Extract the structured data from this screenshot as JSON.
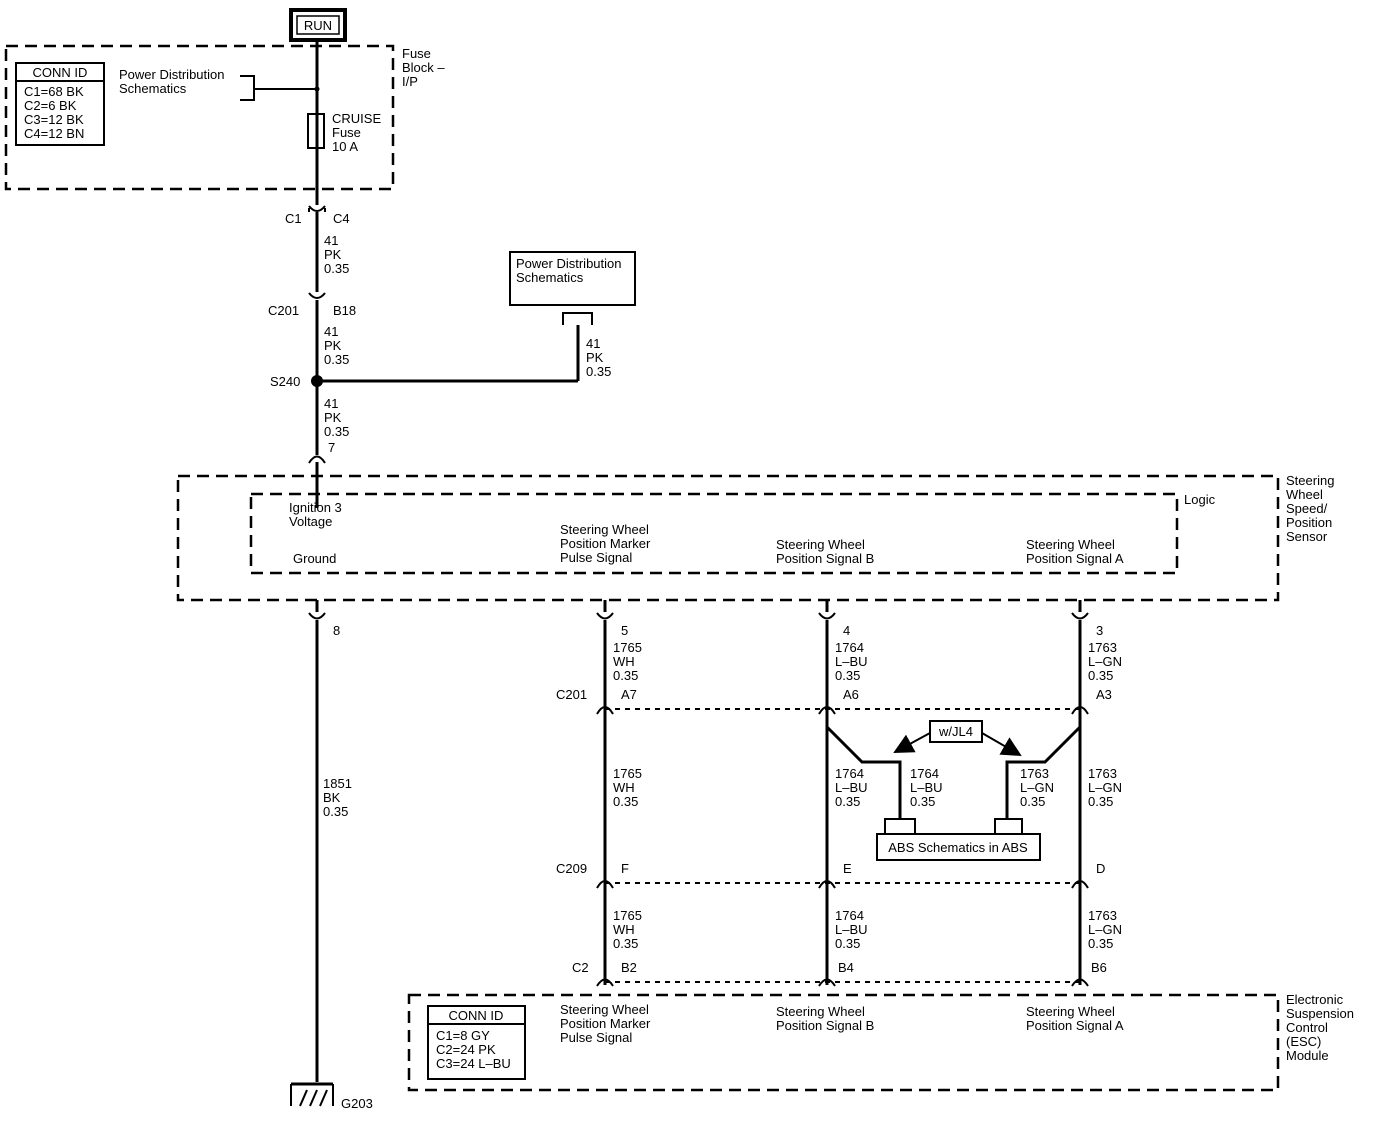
{
  "run_label": "RUN",
  "fuse_block": {
    "name": [
      "Fuse",
      "Block –",
      "I/P"
    ],
    "conn_id": {
      "title": "CONN ID",
      "rows": [
        "C1=68 BK",
        "C2=6 BK",
        "C3=12 BK",
        "C4=12 BN"
      ]
    },
    "pds_ref": [
      "Power Distribution",
      "Schematics"
    ],
    "fuse": [
      "CRUISE",
      "Fuse",
      "10 A"
    ]
  },
  "connectors": {
    "c1": "C1",
    "c4": "C4",
    "c201": "C201",
    "b18": "B18",
    "s240": "S240",
    "pin7": "7",
    "pin8": "8",
    "pin5": "5",
    "pin4": "4",
    "pin3": "3",
    "c201b": "C201",
    "a7": "A7",
    "a6": "A6",
    "a3": "A3",
    "c209": "C209",
    "f": "F",
    "e": "E",
    "d": "D",
    "c2": "C2",
    "b2": "B2",
    "b4": "B4",
    "b6": "B6"
  },
  "wires": {
    "w41": [
      "41",
      "PK",
      "0.35"
    ],
    "w1851": [
      "1851",
      "BK",
      "0.35"
    ],
    "w1765": [
      "1765",
      "WH",
      "0.35"
    ],
    "w1764": [
      "1764",
      "L–BU",
      "0.35"
    ],
    "w1763": [
      "1763",
      "L–GN",
      "0.35"
    ]
  },
  "pds_box": [
    "Power Distribution",
    "Schematics"
  ],
  "sensor": {
    "name": [
      "Steering",
      "Wheel",
      "Speed/",
      "Position",
      "Sensor"
    ],
    "logic": "Logic",
    "ignition": [
      "Ignition 3",
      "Voltage"
    ],
    "ground": "Ground",
    "marker": [
      "Steering Wheel",
      "Position Marker",
      "Pulse Signal"
    ],
    "sig_b": [
      "Steering Wheel",
      "Position Signal B"
    ],
    "sig_a": [
      "Steering Wheel",
      "Position Signal A"
    ]
  },
  "option_label": "w/JL4",
  "abs_ref": "ABS Schematics in ABS",
  "esc": {
    "name": [
      "Electronic",
      "Suspension",
      "Control",
      "(ESC)",
      "Module"
    ],
    "conn_id": {
      "title": "CONN ID",
      "rows": [
        "C1=8 GY",
        "C2=24 PK",
        "C3=24 L–BU"
      ]
    },
    "marker": [
      "Steering Wheel",
      "Position Marker",
      "Pulse Signal"
    ],
    "sig_b": [
      "Steering Wheel",
      "Position Signal B"
    ],
    "sig_a": [
      "Steering Wheel",
      "Position Signal A"
    ]
  },
  "ground_id": "G203"
}
